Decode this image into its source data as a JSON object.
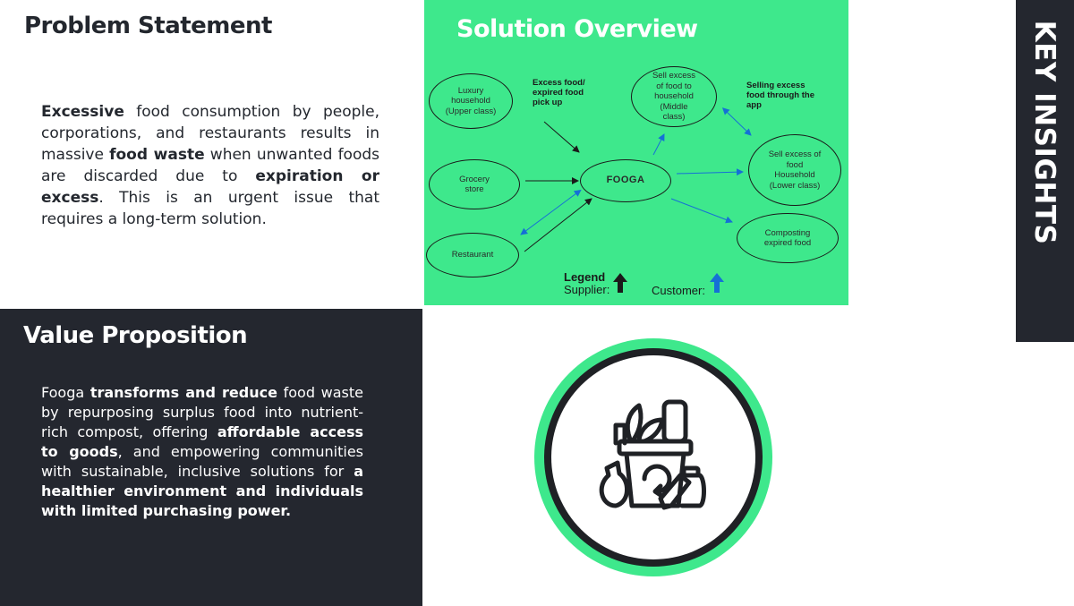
{
  "problem": {
    "title": "Problem Statement",
    "body": [
      {
        "t": "Excessive",
        "b": true
      },
      {
        "t": " food consumption by people, corporations, and restaurants results in massive ",
        "b": false
      },
      {
        "t": "food waste",
        "b": true
      },
      {
        "t": " when unwanted foods are discarded due to ",
        "b": false
      },
      {
        "t": "expiration or excess",
        "b": true
      },
      {
        "t": ". This is an urgent issue that requires a long-term solution.",
        "b": false
      }
    ]
  },
  "value": {
    "title": "Value Proposition",
    "body": [
      {
        "t": "Fooga ",
        "b": false
      },
      {
        "t": "transforms and reduce",
        "b": true
      },
      {
        "t": " food waste by repurposing surplus food into nutrient-rich compost, offering ",
        "b": false
      },
      {
        "t": "affordable access to goods",
        "b": true
      },
      {
        "t": ", and empowering communities with sustainable, inclusive solutions for ",
        "b": false
      },
      {
        "t": "a healthier environment and individuals with limited purchasing power.",
        "b": true
      }
    ]
  },
  "solution": {
    "title": "Solution Overview",
    "nodes": {
      "luxury": "Luxury household (Upper class)",
      "grocery": "Grocery store",
      "restaurant": "Restaurant",
      "hub": "FOOGA",
      "sell_middle": "Sell excess of food to household (Middle class)",
      "sell_lower": "Sell excess of food Household (Lower class)",
      "compost": "Composting expired food"
    },
    "labels": {
      "pickup": "Excess food/ expired food pick up",
      "app": "Selling excess food through the app"
    },
    "legend": {
      "title": "Legend",
      "supplier": "Supplier:",
      "customer": "Customer:"
    },
    "colors": {
      "background": "#3ee88c",
      "supplier_arrow": "#1a1a1a",
      "customer_arrow": "#1570d6"
    }
  },
  "logo": {
    "icon": "compost-bin-icon",
    "colors": {
      "ring_outer": "#3ee88c",
      "ring_inner": "#1f2125"
    }
  },
  "insights": {
    "label": "KEY INSIGHTS"
  },
  "colors": {
    "dark_panel": "#24272f",
    "accent_green": "#3ee88c"
  }
}
